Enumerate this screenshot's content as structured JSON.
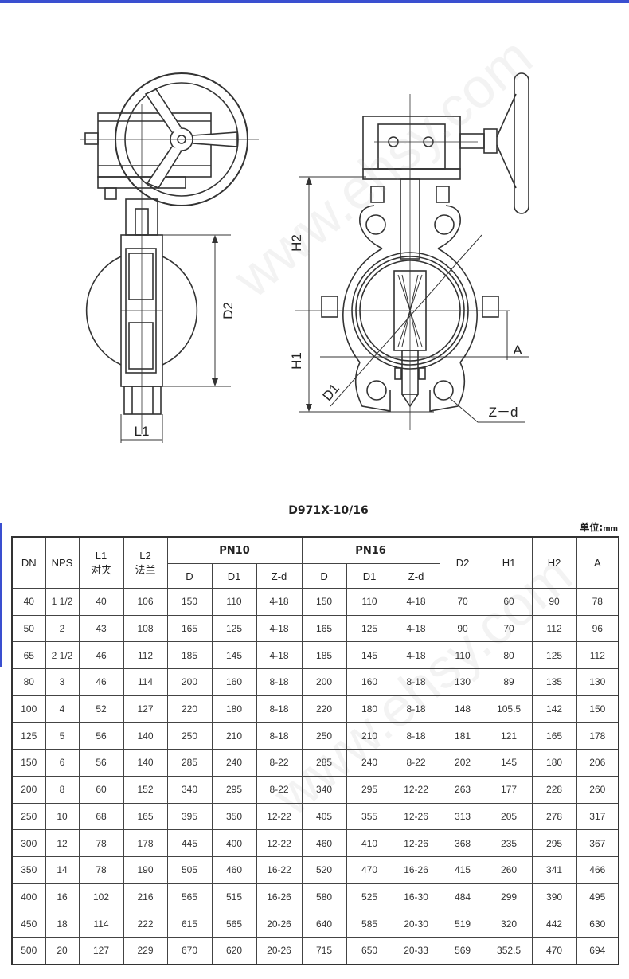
{
  "drawing": {
    "front_view_labels": {
      "d2": "D2",
      "l1": "L1"
    },
    "side_view_labels": {
      "h2": "H2",
      "h1": "H1",
      "d1": "D1",
      "a": "A",
      "zd": "Z－d"
    }
  },
  "document": {
    "model_title": "D971X-10/16",
    "unit_label": "单位:",
    "unit_suffix": "mm",
    "watermark": "www.ehsy.com"
  },
  "table": {
    "headers": {
      "dn": "DN",
      "nps": "NPS",
      "l1_line1": "L1",
      "l1_line2": "对夹",
      "l2_line1": "L2",
      "l2_line2": "法兰",
      "pn10": "PN10",
      "pn16": "PN16",
      "pn10_d": "D",
      "pn10_d1": "D1",
      "pn10_zd": "Z-d",
      "pn16_d": "D",
      "pn16_d1": "D1",
      "pn16_zd": "Z-d",
      "d2": "D2",
      "h1": "H1",
      "h2": "H2",
      "a": "A"
    },
    "rows": [
      [
        "40",
        "1 1/2",
        "40",
        "106",
        "150",
        "110",
        "4-18",
        "150",
        "110",
        "4-18",
        "70",
        "60",
        "90",
        "78"
      ],
      [
        "50",
        "2",
        "43",
        "108",
        "165",
        "125",
        "4-18",
        "165",
        "125",
        "4-18",
        "90",
        "70",
        "112",
        "96"
      ],
      [
        "65",
        "2 1/2",
        "46",
        "112",
        "185",
        "145",
        "4-18",
        "185",
        "145",
        "4-18",
        "110",
        "80",
        "125",
        "112"
      ],
      [
        "80",
        "3",
        "46",
        "114",
        "200",
        "160",
        "8-18",
        "200",
        "160",
        "8-18",
        "130",
        "89",
        "135",
        "130"
      ],
      [
        "100",
        "4",
        "52",
        "127",
        "220",
        "180",
        "8-18",
        "220",
        "180",
        "8-18",
        "148",
        "105.5",
        "142",
        "150"
      ],
      [
        "125",
        "5",
        "56",
        "140",
        "250",
        "210",
        "8-18",
        "250",
        "210",
        "8-18",
        "181",
        "121",
        "165",
        "178"
      ],
      [
        "150",
        "6",
        "56",
        "140",
        "285",
        "240",
        "8-22",
        "285",
        "240",
        "8-22",
        "202",
        "145",
        "180",
        "206"
      ],
      [
        "200",
        "8",
        "60",
        "152",
        "340",
        "295",
        "8-22",
        "340",
        "295",
        "12-22",
        "263",
        "177",
        "228",
        "260"
      ],
      [
        "250",
        "10",
        "68",
        "165",
        "395",
        "350",
        "12-22",
        "405",
        "355",
        "12-26",
        "313",
        "205",
        "278",
        "317"
      ],
      [
        "300",
        "12",
        "78",
        "178",
        "445",
        "400",
        "12-22",
        "460",
        "410",
        "12-26",
        "368",
        "235",
        "295",
        "367"
      ],
      [
        "350",
        "14",
        "78",
        "190",
        "505",
        "460",
        "16-22",
        "520",
        "470",
        "16-26",
        "415",
        "260",
        "341",
        "466"
      ],
      [
        "400",
        "16",
        "102",
        "216",
        "565",
        "515",
        "16-26",
        "580",
        "525",
        "16-30",
        "484",
        "299",
        "390",
        "495"
      ],
      [
        "450",
        "18",
        "114",
        "222",
        "615",
        "565",
        "20-26",
        "640",
        "585",
        "20-30",
        "519",
        "320",
        "442",
        "630"
      ],
      [
        "500",
        "20",
        "127",
        "229",
        "670",
        "620",
        "20-26",
        "715",
        "650",
        "20-33",
        "569",
        "352.5",
        "470",
        "694"
      ]
    ]
  }
}
